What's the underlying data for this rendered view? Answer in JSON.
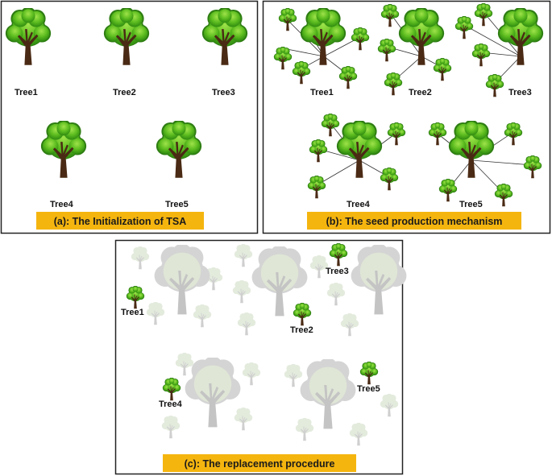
{
  "panels": [
    {
      "id": "a",
      "caption": "(a): The Initialization of TSA"
    },
    {
      "id": "b",
      "caption": "(b): The seed production mechanism"
    },
    {
      "id": "c",
      "caption": "(c): The replacement procedure"
    }
  ],
  "tree_labels": [
    "Tree1",
    "Tree2",
    "Tree3",
    "Tree4",
    "Tree5"
  ],
  "colors": {
    "foliage_light": "#8fdc3a",
    "foliage_mid": "#4caf1a",
    "foliage_dark": "#2e7d12",
    "trunk": "#4a2a14",
    "caption_bg": "#f5b50f",
    "faded": "#c9c9c9",
    "frame": "#222222"
  },
  "icons": [
    "tree-icon",
    "seedling-icon",
    "faded-tree-icon"
  ]
}
